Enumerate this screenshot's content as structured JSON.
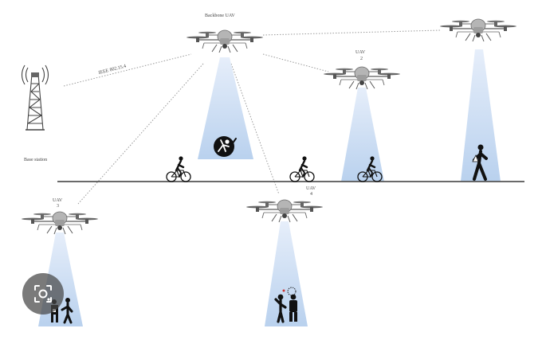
{
  "labels": {
    "backbone": "Backbone UAV",
    "ieee": "IEEE 802.15.4",
    "base_station": "Base station",
    "uav2_title": "UAV",
    "uav2_num": "2",
    "uav3_title": "UAV",
    "uav3_num": "3",
    "uav4_title": "UAV",
    "uav4_num": "4"
  },
  "colors": {
    "beam": "#cfe0f5",
    "ground": "#555555",
    "link": "#999999",
    "drone": "#8a8a8a"
  },
  "icons": [
    "cell-tower-icon",
    "drone-icon",
    "cyclist-icon",
    "walker-icon",
    "fallen-person-icon",
    "people-icon",
    "camera-lens-icon"
  ]
}
